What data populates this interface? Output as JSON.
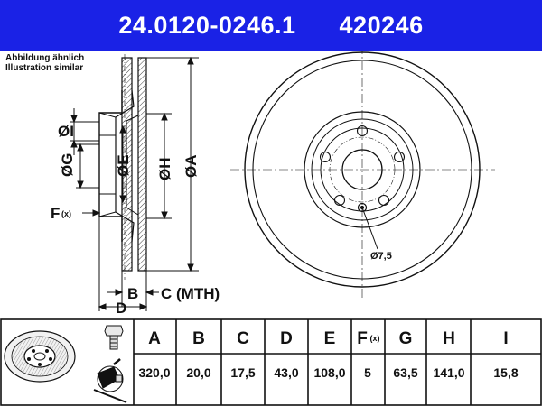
{
  "header": {
    "part_number": "24.0120-0246.1",
    "ref_number": "420246",
    "bg_color": "#1a22e6"
  },
  "notes": {
    "line1": "Abbildung ähnlich",
    "line2": "Illustration similar"
  },
  "labels": {
    "dia_i": "ØI",
    "dia_g": "ØG",
    "dia_e": "ØE",
    "dia_h": "ØH",
    "dia_a": "ØA",
    "f_label": "F",
    "f_sub": "(x)",
    "b": "B",
    "c_mth": "C (MTH)",
    "d": "D",
    "bolt_dia": "Ø7,5"
  },
  "table": {
    "headers": [
      "A",
      "B",
      "C",
      "D",
      "E",
      "F",
      "G",
      "H",
      "I"
    ],
    "f_sub": "(x)",
    "values": [
      "320,0",
      "20,0",
      "17,5",
      "43,0",
      "108,0",
      "5",
      "63,5",
      "141,0",
      "15,8"
    ]
  }
}
